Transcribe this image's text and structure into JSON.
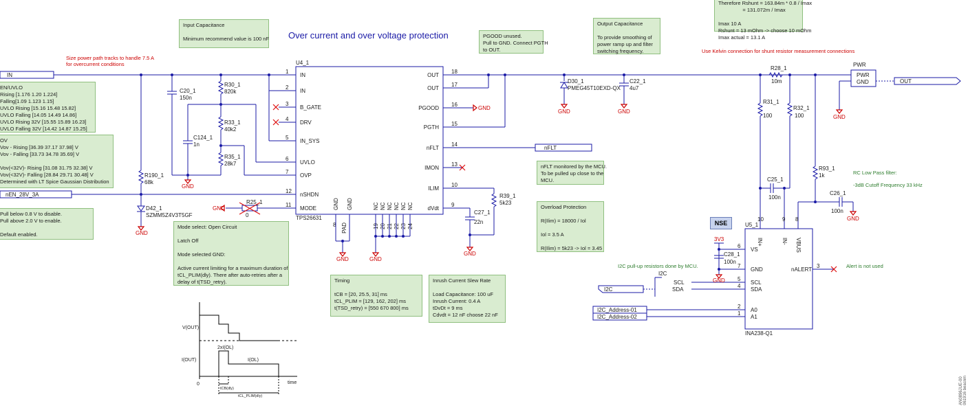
{
  "title": "Over current and over voltage protection",
  "notes": {
    "input_cap": "Input Capacitance\n\nMinimum recommend value is 100 nF",
    "pgood": "PGOOD unused.\nPull to GND. Connect PGTH\nto OUT.",
    "output_cap": "Output Capacitance\n\nTo provide smoothing of\npower ramp up and filter\nswitching frequency.",
    "shunt": "Therefore Rshunt = 163.84m * 0.8 / Imax\n                 = 131.072m / Imax\n\nImax 10 A\nRshunt = 13 mOhm -> choose 10 mOhm\nImax actual = 13.1 A",
    "en_uvlo": "EN/UVLO\nRising [1.176 1.20 1.224]\nFalling[1.09 1.123 1.15]\nUVLO Rising [15.16 15.48 15.82]\nUVLO Falling [14.05 14.49 14.86]\nUVLO Rising 32V [15.55 15.89 16.23]\nUVLO Falling 32V [14.42 14.87 15.25]",
    "ov": "OV\nVov - Rising [36.39 37.17 37.98] V\nVov - Falling [33.73 34.78 35.69] V\n\nVov(<32V)- Rising [31.08 31.75 32.38] V\nVov(<32V)- Falling [28.84 29.71 30.48] V\nDetermined with LT Spice Gaussian Distribution",
    "pull": "Pull below 0.8 V to disable.\nPull above 2.0 V to enable.\n\nDefault enabled.",
    "mode": "Mode select: Open Circuit\n\nLatch Off\n\nMode selected GND:\n\nActive current limiting for a maximum duration of\ntCL_PLIM(dly). There after auto-retries after a\ndelay of t(TSD_retry).",
    "timing": "Timing\n\ntCB = [20, 25.5, 31] ms\ntCL_PLIM = [129, 162, 202] ms\nt(TSD_retry) = [550 670 800] ms",
    "inrush": "Inrush Current Slew Rate\n\nLoad Capacitance: 100 uF\nInrush Current: 0.4 A\ntDvDt = 9 ms\nCdvdt = 12 nF choose 22 nF",
    "nflt": "nFLT monitored by the MCU.\nTo be pulled up close to the\nMCU.",
    "overload": "Overload Protection\n\nR(Ilim) = 18000 / Iol\n\nIol = 3.5 A\n\nR(Ilim) = 5k23 -> Iol = 3.45"
  },
  "red_texts": {
    "size_power": "Size power path tracks to handle 7.5 A\nfor overcurrent conditions",
    "kelvin": "Use Kelvin connection for shunt resistor measurement connections"
  },
  "green_texts": {
    "rc_lpf": "RC Low Pass filter:\n\n-3dB Cutoff Frequency 33 kHz",
    "i2c_pullup": "I2C pull-up resistors done by MCU.",
    "alert": "Alert is not used"
  },
  "nse_badge": "NSE",
  "sidebar_code": "AN0896JUE-00\n061916 beacnm",
  "ic": {
    "u4_ref": "U4_1",
    "u4_part": "TPS26631",
    "u5_ref": "U5_1",
    "u5_part": "INA238-Q1"
  },
  "components": {
    "c20": [
      "C20_1",
      "150n"
    ],
    "r30": [
      "R30_1",
      "820k"
    ],
    "c124": [
      "C124_1",
      "1n"
    ],
    "r33": [
      "R33_1",
      "40k2"
    ],
    "r35": [
      "R35_1",
      "28k7"
    ],
    "r190": [
      "R190_1",
      "68k"
    ],
    "d42": [
      "D42_1",
      "SZMM5Z4V3T5GF"
    ],
    "r25": [
      "R25_1",
      "0"
    ],
    "d30": [
      "D30_1",
      "PMEG45T10EXD-QX"
    ],
    "c22": [
      "C22_1",
      "4u7"
    ],
    "r28": [
      "R28_1",
      "10m"
    ],
    "r31": [
      "R31_1",
      "100"
    ],
    "r32": [
      "R32_1",
      "100"
    ],
    "c25": [
      "C25_1",
      "100n"
    ],
    "r93": [
      "R93_1",
      "1k"
    ],
    "c26": [
      "C26_1",
      "100n"
    ],
    "c27": [
      "C27_1",
      "22n"
    ],
    "r39": [
      "R39_1",
      "5k23"
    ],
    "c28": [
      "C28_1",
      "100n"
    ]
  },
  "nets": {
    "in": "IN",
    "nen": "nEN_28V_3A",
    "nflt": "nFLT",
    "out": "OUT",
    "pwr": "PWR",
    "pwr_pin": "PWR",
    "gnd_pin": "GND",
    "gnd": "GND",
    "v3": "3V3",
    "i2c": "I2C",
    "i2c_label": "I2C",
    "scl": "SCL",
    "sda": "SDA",
    "addr1": "I2C_Address-01",
    "addr2": "I2C_Address-02"
  },
  "u4_left_pins": [
    {
      "n": "1",
      "name": "IN"
    },
    {
      "n": "2",
      "name": "IN"
    },
    {
      "n": "3",
      "name": "B_GATE"
    },
    {
      "n": "4",
      "name": "DRV"
    },
    {
      "n": "5",
      "name": "IN_SYS"
    },
    {
      "n": "6",
      "name": "UVLO"
    },
    {
      "n": "7",
      "name": "OVP"
    },
    {
      "n": "12",
      "name": "nSHDN"
    },
    {
      "n": "11",
      "name": "MODE"
    }
  ],
  "u4_right_pins": [
    {
      "n": "18",
      "name": "OUT"
    },
    {
      "n": "17",
      "name": "OUT"
    },
    {
      "n": "16",
      "name": "PGOOD"
    },
    {
      "n": "15",
      "name": "PGTH"
    },
    {
      "n": "14",
      "name": "nFLT"
    },
    {
      "n": "13",
      "name": "IMON"
    },
    {
      "n": "10",
      "name": "ILIM"
    },
    {
      "n": "9",
      "name": "dVdt"
    }
  ],
  "u4_bottom_pins": [
    {
      "n": "8",
      "name": "GND"
    },
    {
      "n": "",
      "name": "GND"
    },
    {
      "n": "8",
      "name": "PAD"
    },
    {
      "n": "19",
      "name": "NC"
    },
    {
      "n": "20",
      "name": "NC"
    },
    {
      "n": "21",
      "name": "NC"
    },
    {
      "n": "22",
      "name": "NC"
    },
    {
      "n": "23",
      "name": "NC"
    },
    {
      "n": "24",
      "name": "NC"
    }
  ],
  "u5_pins": {
    "vs": [
      "6",
      "VS"
    ],
    "gnd": [
      "7",
      "GND"
    ],
    "scl": [
      "5",
      "SCL"
    ],
    "sda": [
      "4",
      "SDA"
    ],
    "a0": [
      "2",
      "A0"
    ],
    "a1": [
      "1",
      "A1"
    ],
    "inp": [
      "10",
      "IN+"
    ],
    "inm": [
      "9",
      "IN-"
    ],
    "vbus": [
      "8",
      "VBUS"
    ],
    "nalert": [
      "3",
      "nALERT"
    ]
  },
  "timing_diagram": {
    "vout": "V(OUT)",
    "iout": "I(OUT)",
    "two_iol": "2xI(OL)",
    "iol": "I(OL)",
    "zero": "0",
    "time": "time",
    "tcb": "tCB(dly)",
    "tcl": "tCL_PLIM(dly)"
  }
}
